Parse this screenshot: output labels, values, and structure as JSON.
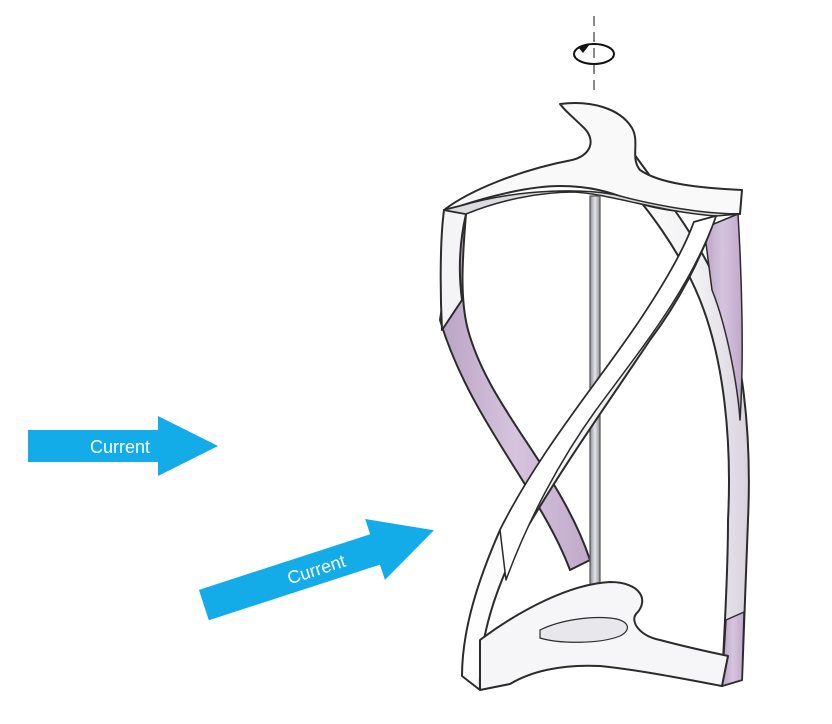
{
  "arrows": [
    {
      "label": "Current"
    },
    {
      "label": "Current"
    }
  ],
  "colors": {
    "arrow": "#14ace8",
    "blade_light": "#f7f7f8",
    "blade_outline": "#2b2b2b",
    "blade_shade": "#c9b6d2",
    "shaft": "#b9b9c0",
    "axis": "#888888"
  },
  "icons": [
    "rotation-icon",
    "axis-line",
    "turbine-shaft",
    "helical-blade"
  ]
}
